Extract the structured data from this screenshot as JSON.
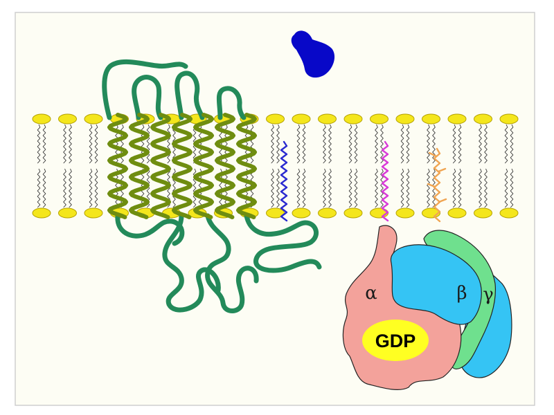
{
  "labels": {
    "alpha": "α",
    "beta": "β",
    "gamma": "γ",
    "nucleotide": "GDP"
  },
  "colors": {
    "panel_background": "#fdfdf4",
    "panel_border": "#cfcfcf",
    "lipid_head": "#f4e61c",
    "lipid_head_outline": "#b3a000",
    "lipid_tail": "#333333",
    "receptor_loop": "#238a5a",
    "receptor_helix": "#6f8d10",
    "ligand": "#0808c8",
    "receptor_anchor": "#2a2ad0",
    "alpha_anchor": "#d83ad8",
    "gamma_anchor": "#f0a552",
    "alpha_subunit": "#f3a29b",
    "beta_subunit": "#35c4f4",
    "gamma_subunit": "#6fe08e",
    "gdp_fill": "#ffff22",
    "outline": "#222222"
  }
}
